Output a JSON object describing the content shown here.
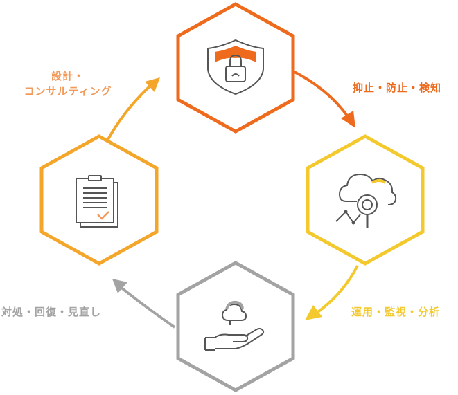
{
  "colors": {
    "orange": "#EE6A1C",
    "amber": "#F4A62A",
    "yellow": "#F3C92E",
    "gray": "#A3A3A3",
    "light_orange": "#F19A5A",
    "icon_dark": "#555555"
  },
  "labels": {
    "design_line1": "設計・",
    "design_line2": "コンサルティング",
    "deter": "抑止・防止・検知",
    "operations": "運用・監視・分析",
    "respond": "対処・回復・見直し"
  },
  "icons": {
    "top": "shield-lock-icon",
    "right": "cloud-analytics-icon",
    "bottom": "hand-cloud-icon",
    "left": "document-check-icon"
  }
}
